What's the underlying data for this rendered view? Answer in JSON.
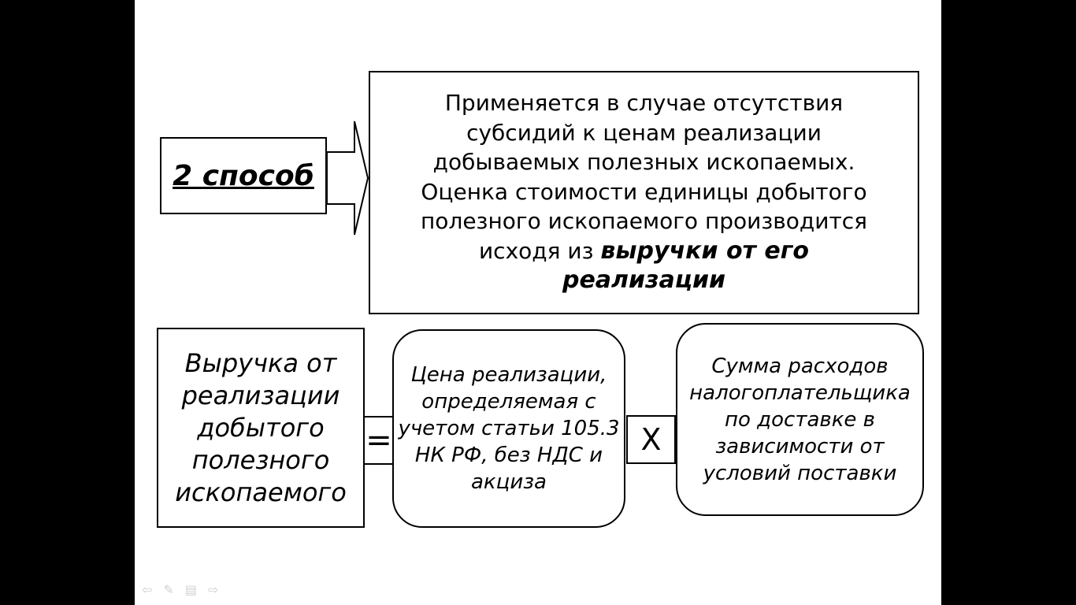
{
  "method_label": "2 способ",
  "description": {
    "text": "Применяется в случае отсутствия субсидий к ценам реализации добываемых полезных ископаемых. Оценка стоимости единицы добытого полезного ископаемого производится исходя из",
    "emphasis": "выручки от его реализации"
  },
  "formula": {
    "revenue": "Выручка от реализации добытого полезного ископаемого",
    "equals": "=",
    "price": "Цена реализации, определяемая с учетом статьи 105.3 НК РФ, без НДС и акциза",
    "times": "X",
    "costs": "Сумма расходов налогоплательщика по доставке в зависимости от условий поставки"
  },
  "nav_icons": [
    "back-arrow-icon",
    "pen-icon",
    "menu-icon",
    "forward-arrow-icon"
  ]
}
